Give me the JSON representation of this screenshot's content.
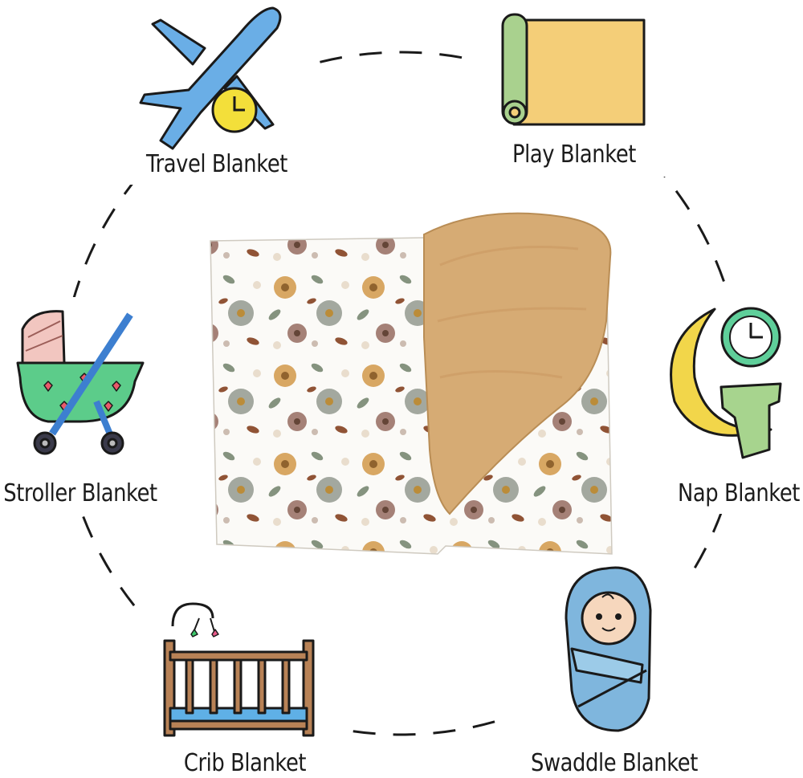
{
  "labels": {
    "travel": "Travel Blanket",
    "play": "Play Blanket",
    "stroller": "Stroller Blanket",
    "nap": "Nap Blanket",
    "crib": "Crib Blanket",
    "swaddle": "Swaddle Blanket"
  },
  "colors": {
    "airplane": "#6aaee6",
    "clock": "#f3df3a",
    "play_mat": "#f4ce78",
    "play_roll": "#a9d18e",
    "minky": "#d6ab74",
    "moon": "#f2d64a",
    "nap_clock": "#5fcf9a",
    "nap_cloth": "#a7d48e",
    "swaddle": "#7fb6dd",
    "stroller_body": "#5ccc8a",
    "stroller_hood": "#f2c6c0",
    "crib_wood": "#b88256",
    "crib_mattress": "#5fb0e6"
  }
}
